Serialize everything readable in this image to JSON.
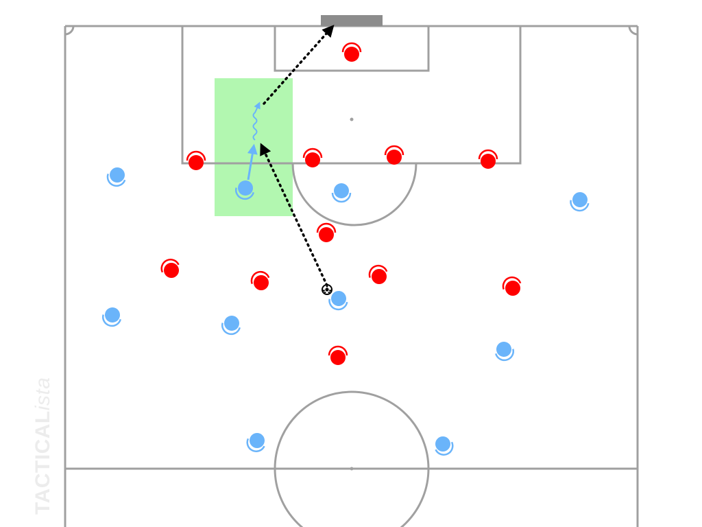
{
  "watermark": {
    "main": "TACTICAL",
    "italic": "ista"
  },
  "colors": {
    "pitch_lines": "#a0a0a0",
    "goal": "#8c8c8c",
    "zone": "#b2f7b0",
    "team_a": "#ff0000",
    "team_b": "#6ab4fa",
    "pass_arrow": "#000000",
    "run_arrow": "#6ab4fa"
  },
  "highlight_zone": {
    "name": "half-space-zone"
  },
  "players": {
    "team_a": [
      {
        "id": "red-gk",
        "facing": "down"
      },
      {
        "id": "red-def-1",
        "facing": "down"
      },
      {
        "id": "red-def-2",
        "facing": "down"
      },
      {
        "id": "red-def-3",
        "facing": "down"
      },
      {
        "id": "red-def-4",
        "facing": "down"
      },
      {
        "id": "red-mid-1",
        "facing": "down"
      },
      {
        "id": "red-mid-2",
        "facing": "down"
      },
      {
        "id": "red-mid-3",
        "facing": "down"
      },
      {
        "id": "red-mid-4",
        "facing": "down"
      },
      {
        "id": "red-mid-5",
        "facing": "down"
      },
      {
        "id": "red-fwd",
        "facing": "down"
      }
    ],
    "team_b": [
      {
        "id": "blue-1",
        "facing": "up"
      },
      {
        "id": "blue-2",
        "facing": "up"
      },
      {
        "id": "blue-3",
        "facing": "up"
      },
      {
        "id": "blue-4",
        "facing": "up"
      },
      {
        "id": "blue-5",
        "facing": "up"
      },
      {
        "id": "blue-6",
        "facing": "up"
      },
      {
        "id": "blue-7",
        "facing": "up"
      },
      {
        "id": "blue-8",
        "facing": "up"
      },
      {
        "id": "blue-9",
        "facing": "up"
      },
      {
        "id": "blue-10",
        "facing": "up"
      }
    ]
  },
  "ball": {
    "icon": "soccer-ball-icon"
  },
  "arrows": {
    "pass": {
      "style": "dotted",
      "color": "black"
    },
    "shot": {
      "style": "dotted",
      "color": "black"
    },
    "run": {
      "style": "solid",
      "color": "light-blue"
    },
    "dribble": {
      "style": "wavy",
      "color": "light-blue"
    }
  }
}
